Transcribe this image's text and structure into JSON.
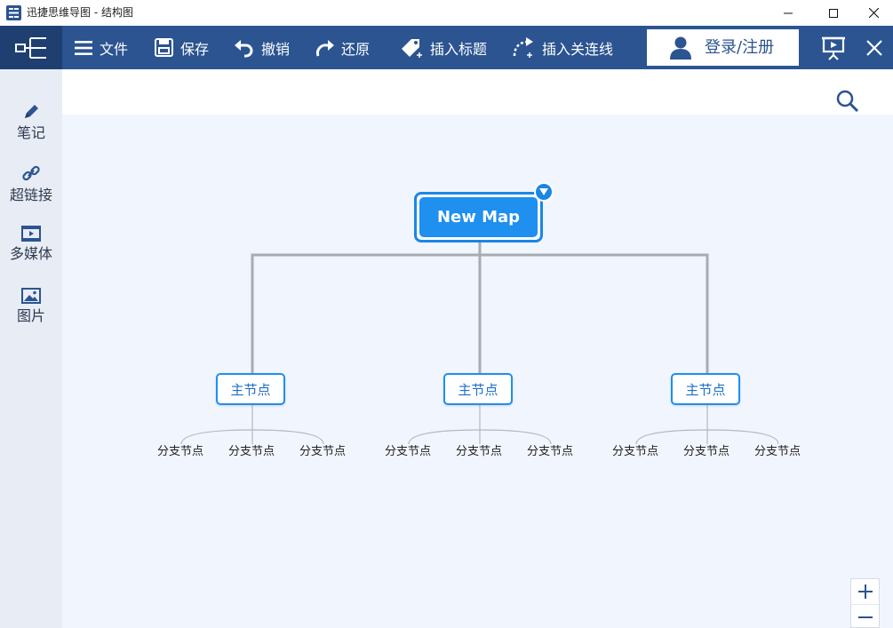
{
  "window": {
    "title": "迅捷思维导图 - 结构图"
  },
  "toolbar": {
    "file_label": "文件",
    "save_label": "保存",
    "undo_label": "撤销",
    "redo_label": "还原",
    "insert_topic_label": "插入标题",
    "insert_relation_label": "插入关连线",
    "login_label": "登录/注册"
  },
  "sidebar": {
    "items": [
      {
        "label": "笔记",
        "icon": "pencil-icon"
      },
      {
        "label": "超链接",
        "icon": "link-icon"
      },
      {
        "label": "多媒体",
        "icon": "film-icon"
      },
      {
        "label": "图片",
        "icon": "image-icon"
      }
    ]
  },
  "mindmap": {
    "root": "New Map",
    "main_nodes": [
      {
        "label": "主节点",
        "children": [
          "分支节点",
          "分支节点",
          "分支节点"
        ]
      },
      {
        "label": "主节点",
        "children": [
          "分支节点",
          "分支节点",
          "分支节点"
        ]
      },
      {
        "label": "主节点",
        "children": [
          "分支节点",
          "分支节点",
          "分支节点"
        ]
      }
    ]
  },
  "colors": {
    "toolbar_bg": "#2b5491",
    "accent": "#1f8ff0",
    "canvas_bg": "#f1f5fd",
    "sidebar_bg": "#e8ecf4"
  }
}
